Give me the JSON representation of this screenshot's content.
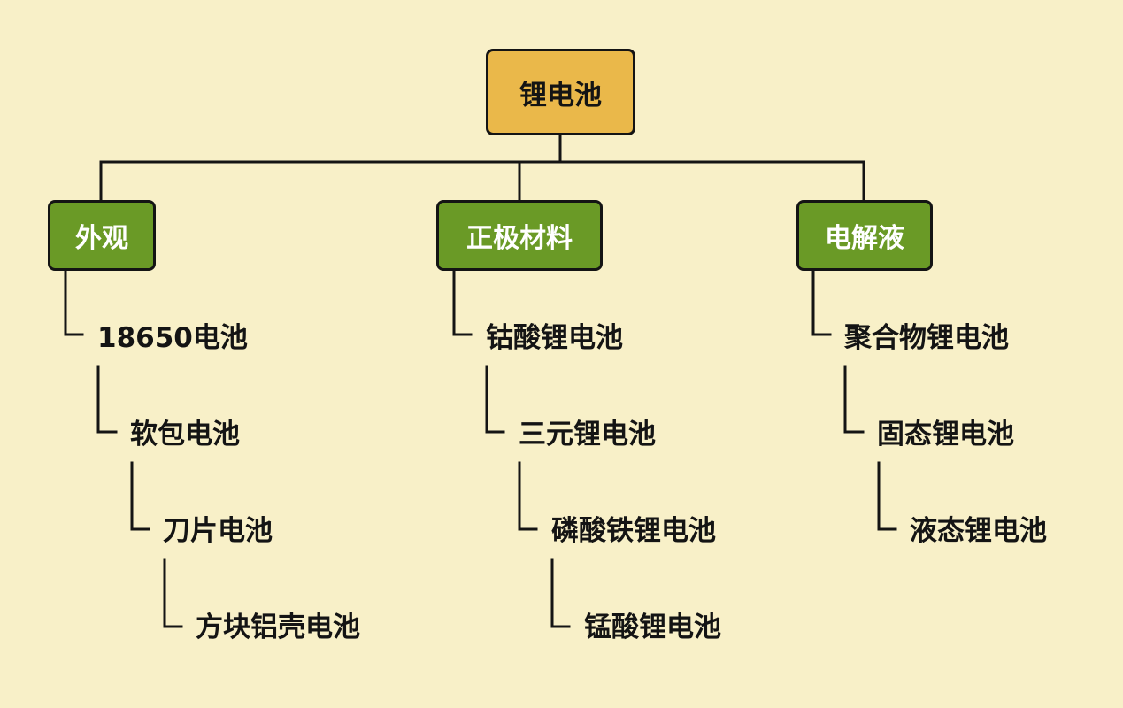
{
  "root": {
    "label": "锂电池"
  },
  "categories": [
    {
      "label": "外观",
      "items": [
        "18650电池",
        "软包电池",
        "刀片电池",
        "方块铝壳电池"
      ]
    },
    {
      "label": "正极材料",
      "items": [
        "钴酸锂电池",
        "三元锂电池",
        "磷酸铁锂电池",
        "锰酸锂电池"
      ]
    },
    {
      "label": "电解液",
      "items": [
        "聚合物锂电池",
        "固态锂电池",
        "液态锂电池"
      ]
    }
  ],
  "colors": {
    "background": "#f8f0c8",
    "root_fill": "#eab84a",
    "category_fill": "#6a9a26",
    "line": "#141414"
  }
}
